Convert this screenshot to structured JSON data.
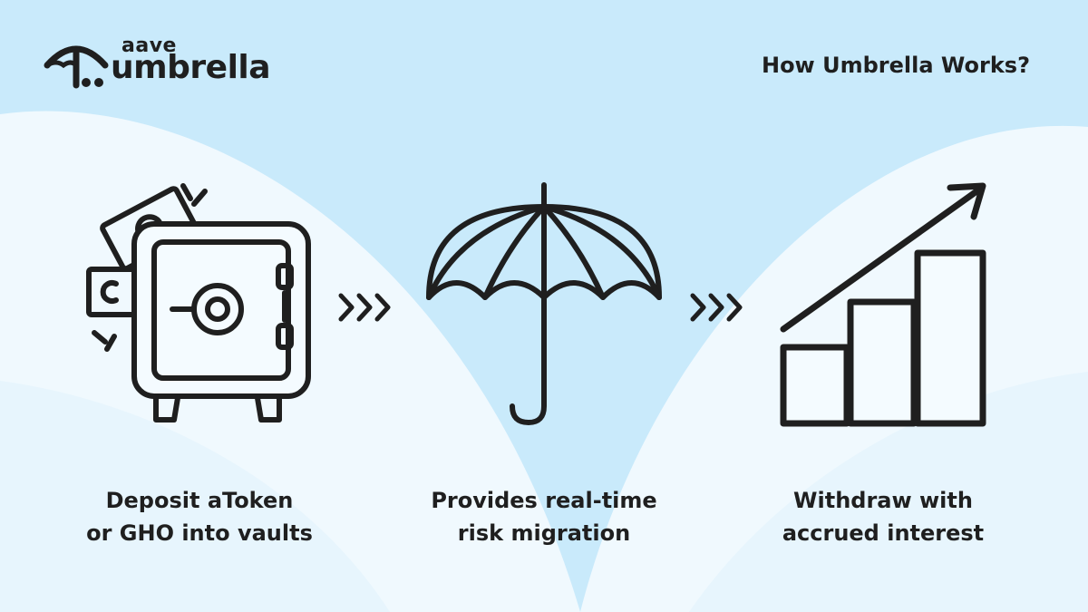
{
  "brand": {
    "small": "aave",
    "big": "umbrella"
  },
  "page_title": "How Umbrella Works?",
  "steps": [
    {
      "icon": "safe-with-money-icon",
      "line1": "Deposit aToken",
      "line2": "or GHO into vaults"
    },
    {
      "icon": "umbrella-icon",
      "line1": "Provides real-time",
      "line2": "risk migration"
    },
    {
      "icon": "growth-bar-chart-icon",
      "line1": "Withdraw with",
      "line2": "accrued interest"
    }
  ],
  "colors": {
    "background": "#c9eafb",
    "panel": "#f1f9fe",
    "ink": "#1f1f1f"
  }
}
